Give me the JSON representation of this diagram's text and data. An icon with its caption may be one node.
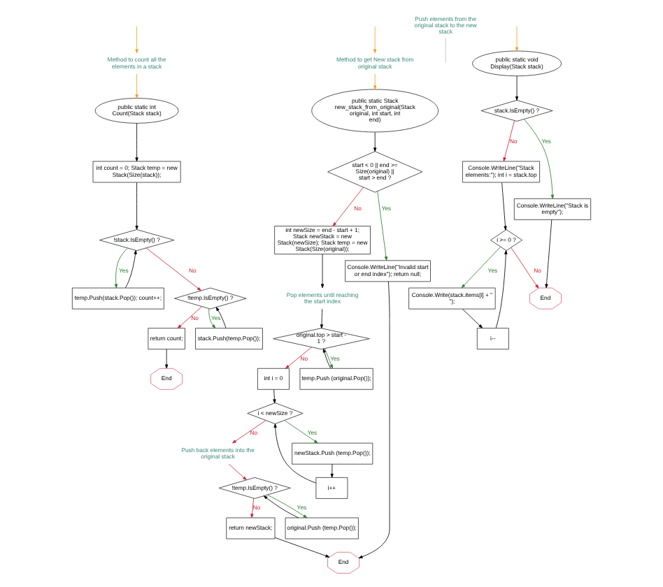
{
  "diagram": {
    "nodes": [
      {
        "text": [
          "Method to count all the elements in a stack"
        ]
      },
      {
        "text": [
          "public static int Count(Stack stack)"
        ]
      },
      {
        "text": [
          "int count = 0; Stack temp = new Stack(Size(stack));"
        ]
      },
      {
        "text": [
          "!stack.IsEmpty() ?"
        ]
      },
      {
        "text": [
          "temp.Push(stack.Pop()); count++;"
        ]
      },
      {
        "text": [
          "!temp.IsEmpty() ?"
        ]
      },
      {
        "text": [
          "return count;"
        ]
      },
      {
        "text": [
          "stack.Push(temp.Pop());"
        ]
      },
      {
        "text": [
          "End"
        ]
      },
      {
        "text": [
          "Method to get New stack from original stack"
        ]
      },
      {
        "text": [
          "public static Stack new_stack_from_original(Stack original, int start, int end)"
        ]
      },
      {
        "text": [
          "start < 0 || end >= Size(original) || start > end ?"
        ]
      },
      {
        "text": [
          "int newSize = end - start + 1; Stack newStack = new Stack(newSize); Stack temp = new Stack(Size(original));"
        ]
      },
      {
        "text": [
          "Console.WriteLine(\"Invalid start or end index\"); return null;"
        ]
      },
      {
        "text": [
          "Pop elements until reaching the start index"
        ]
      },
      {
        "text": [
          "original.top > start - 1 ?"
        ]
      },
      {
        "text": [
          "temp.Push (original.Pop());"
        ]
      },
      {
        "text": [
          "int i = 0"
        ]
      },
      {
        "text": [
          "Push elements from the original stack to the new stack"
        ]
      },
      {
        "text": [
          "i < newSize ?"
        ]
      },
      {
        "text": [
          "newStack.Push (temp.Pop());"
        ]
      },
      {
        "text": [
          "i++"
        ]
      },
      {
        "text": [
          "Push back elements into the original stack"
        ]
      },
      {
        "text": [
          "!temp.IsEmpty() ?"
        ]
      },
      {
        "text": [
          "original.Push (temp.Pop());"
        ]
      },
      {
        "text": [
          "return newStack;"
        ]
      },
      {
        "text": [
          "End"
        ]
      },
      {
        "text": [
          "public static void Display(Stack stack)"
        ]
      },
      {
        "text": [
          "stack.IsEmpty() ?"
        ]
      },
      {
        "text": [
          "Console.WriteLine(\"Stack elements:\"); int i = stack.top"
        ]
      },
      {
        "text": [
          "Console.WriteLine(\"Stack is empty\");"
        ]
      },
      {
        "text": [
          "i >= 0 ?"
        ]
      },
      {
        "text": [
          "Console.Write(stack.items[i] + \" \");"
        ]
      },
      {
        "text": [
          "i--"
        ]
      },
      {
        "text": [
          "End"
        ]
      }
    ],
    "edges": [
      {
        "from": null,
        "to": 0,
        "arrow": "to",
        "color": "#f0a020"
      },
      {
        "from": 0,
        "to": 1,
        "arrow": "to",
        "color": "#f0a020"
      },
      {
        "from": 1,
        "to": 2,
        "arrow": "to"
      },
      {
        "from": 2,
        "to": 3,
        "arrow": "to"
      },
      {
        "from": 3,
        "to": 4,
        "arrow": "to",
        "label": "Yes",
        "color": "#2e7d32"
      },
      {
        "from": 4,
        "to": 3,
        "arrow": "to"
      },
      {
        "from": 3,
        "to": 5,
        "arrow": "to",
        "label": "No",
        "color": "#cc2233"
      },
      {
        "from": 5,
        "to": 7,
        "arrow": "to",
        "label": "Yes",
        "color": "#2e7d32"
      },
      {
        "from": 7,
        "to": 5,
        "arrow": "to"
      },
      {
        "from": 5,
        "to": 6,
        "arrow": "to",
        "label": "No",
        "color": "#cc2233"
      },
      {
        "from": 6,
        "to": 8,
        "arrow": "to"
      },
      {
        "from": null,
        "to": 9,
        "arrow": "to",
        "color": "#f0a020"
      },
      {
        "from": 9,
        "to": 10,
        "arrow": "to",
        "color": "#f0a020"
      },
      {
        "from": 10,
        "to": 11,
        "arrow": "to"
      },
      {
        "from": 11,
        "to": 12,
        "arrow": "to",
        "label": "No",
        "color": "#cc2233"
      },
      {
        "from": 11,
        "to": 13,
        "arrow": "to",
        "label": "Yes",
        "color": "#2e7d32"
      },
      {
        "from": 12,
        "to": 14,
        "arrow": "to"
      },
      {
        "from": 14,
        "to": 15,
        "arrow": "to"
      },
      {
        "from": 15,
        "to": 16,
        "arrow": "to",
        "label": "Yes",
        "color": "#2e7d32"
      },
      {
        "from": 16,
        "to": 15,
        "arrow": "to"
      },
      {
        "from": 15,
        "to": 17,
        "arrow": "to",
        "label": "No",
        "color": "#cc2233"
      },
      {
        "from": 18,
        "to": null,
        "arrow": "none",
        "color": "#bbbbbb"
      },
      {
        "from": 17,
        "to": 19,
        "arrow": "to"
      },
      {
        "from": 19,
        "to": 20,
        "arrow": "to",
        "label": "Yes",
        "color": "#2e7d32"
      },
      {
        "from": 20,
        "to": 21,
        "arrow": "to"
      },
      {
        "from": 21,
        "to": 19,
        "arrow": "to"
      },
      {
        "from": 19,
        "to": 22,
        "arrow": "to",
        "label": "No",
        "color": "#cc2233"
      },
      {
        "from": 22,
        "to": 23,
        "arrow": "to",
        "color": "#cc2233"
      },
      {
        "from": 23,
        "to": 24,
        "arrow": "to",
        "label": "Yes",
        "color": "#2e7d32"
      },
      {
        "from": 24,
        "to": 23,
        "arrow": "to"
      },
      {
        "from": 23,
        "to": 25,
        "arrow": "to",
        "label": "No",
        "color": "#cc2233"
      },
      {
        "from": 25,
        "to": 26,
        "arrow": "to"
      },
      {
        "from": 13,
        "to": 26,
        "arrow": "to"
      },
      {
        "from": null,
        "to": 27,
        "arrow": "to",
        "color": "#f0a020"
      },
      {
        "from": 27,
        "to": 28,
        "arrow": "to"
      },
      {
        "from": 28,
        "to": 29,
        "arrow": "to",
        "label": "No",
        "color": "#cc2233"
      },
      {
        "from": 28,
        "to": 30,
        "arrow": "to",
        "label": "Yes",
        "color": "#2e7d32"
      },
      {
        "from": 29,
        "to": 31,
        "arrow": "to"
      },
      {
        "from": 30,
        "to": 34,
        "arrow": "to"
      },
      {
        "from": 31,
        "to": 32,
        "arrow": "to",
        "label": "Yes",
        "color": "#2e7d32"
      },
      {
        "from": 31,
        "to": 34,
        "arrow": "to",
        "label": "No",
        "color": "#cc2233"
      },
      {
        "from": 32,
        "to": 33,
        "arrow": "to"
      },
      {
        "from": 33,
        "to": 31,
        "arrow": "to"
      }
    ]
  }
}
